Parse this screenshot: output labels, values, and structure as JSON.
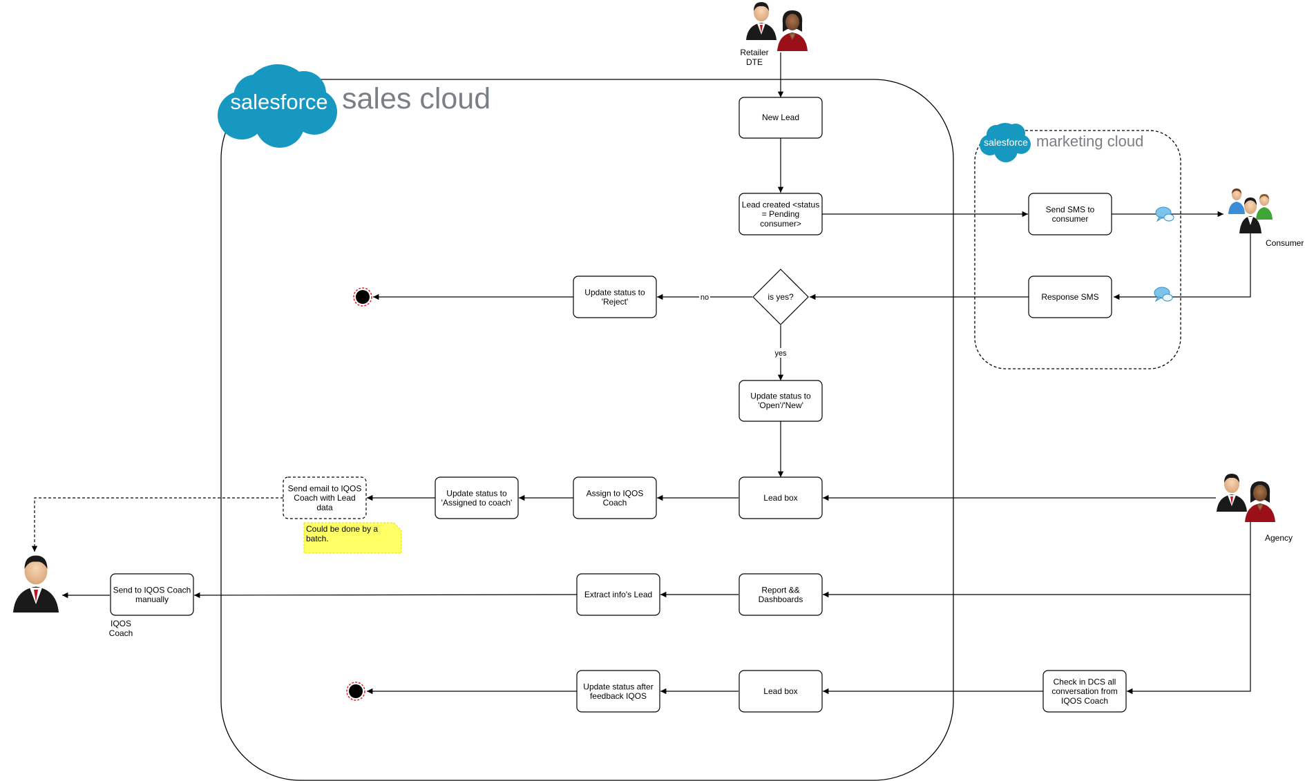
{
  "colors": {
    "salesforce_blue": "#1798c1",
    "brand_text_gray": "#7a7f85",
    "note_yellow": "#ffff66",
    "stroke": "#000000",
    "end_node_red": "#e41e26"
  },
  "brands": {
    "sales_word": "salesforce",
    "sales_product": "sales cloud",
    "marketing_word": "salesforce",
    "marketing_product": "marketing cloud"
  },
  "actors": {
    "retailer": [
      "Retailer",
      "DTE"
    ],
    "consumer": [
      "Consumer"
    ],
    "agency": [
      "Agency"
    ],
    "coach": [
      "IQOS",
      "Coach"
    ]
  },
  "nodes": {
    "new_lead": [
      "New Lead"
    ],
    "lead_created": [
      "Lead created <status",
      "= Pending",
      "consumer>"
    ],
    "send_sms": [
      "Send SMS to",
      "consumer"
    ],
    "response_sms": [
      "Response SMS"
    ],
    "decision": [
      "is yes?"
    ],
    "update_reject": [
      "Update status to",
      "'Reject'"
    ],
    "update_open": [
      "Update status to",
      "'Open'/'New'"
    ],
    "lead_box_1": [
      "Lead box"
    ],
    "assign_coach": [
      "Assign to IQOS",
      "Coach"
    ],
    "update_assigned": [
      "Update status to",
      "'Assigned to coach'"
    ],
    "send_email": [
      "Send email to IQOS",
      "Coach with Lead",
      "data"
    ],
    "report": [
      "Report &&",
      "Dashboards"
    ],
    "extract": [
      "Extract info's Lead"
    ],
    "send_manual": [
      "Send to IQOS Coach",
      "manually"
    ],
    "lead_box_2": [
      "Lead box"
    ],
    "update_feedback": [
      "Update status after",
      "feedback IQOS"
    ],
    "check_dcs": [
      "Check in DCS all",
      "conversation from",
      "IQOS Coach"
    ]
  },
  "edge_labels": {
    "no": "no",
    "yes": "yes"
  },
  "note": [
    "Could be done by a",
    "batch."
  ]
}
